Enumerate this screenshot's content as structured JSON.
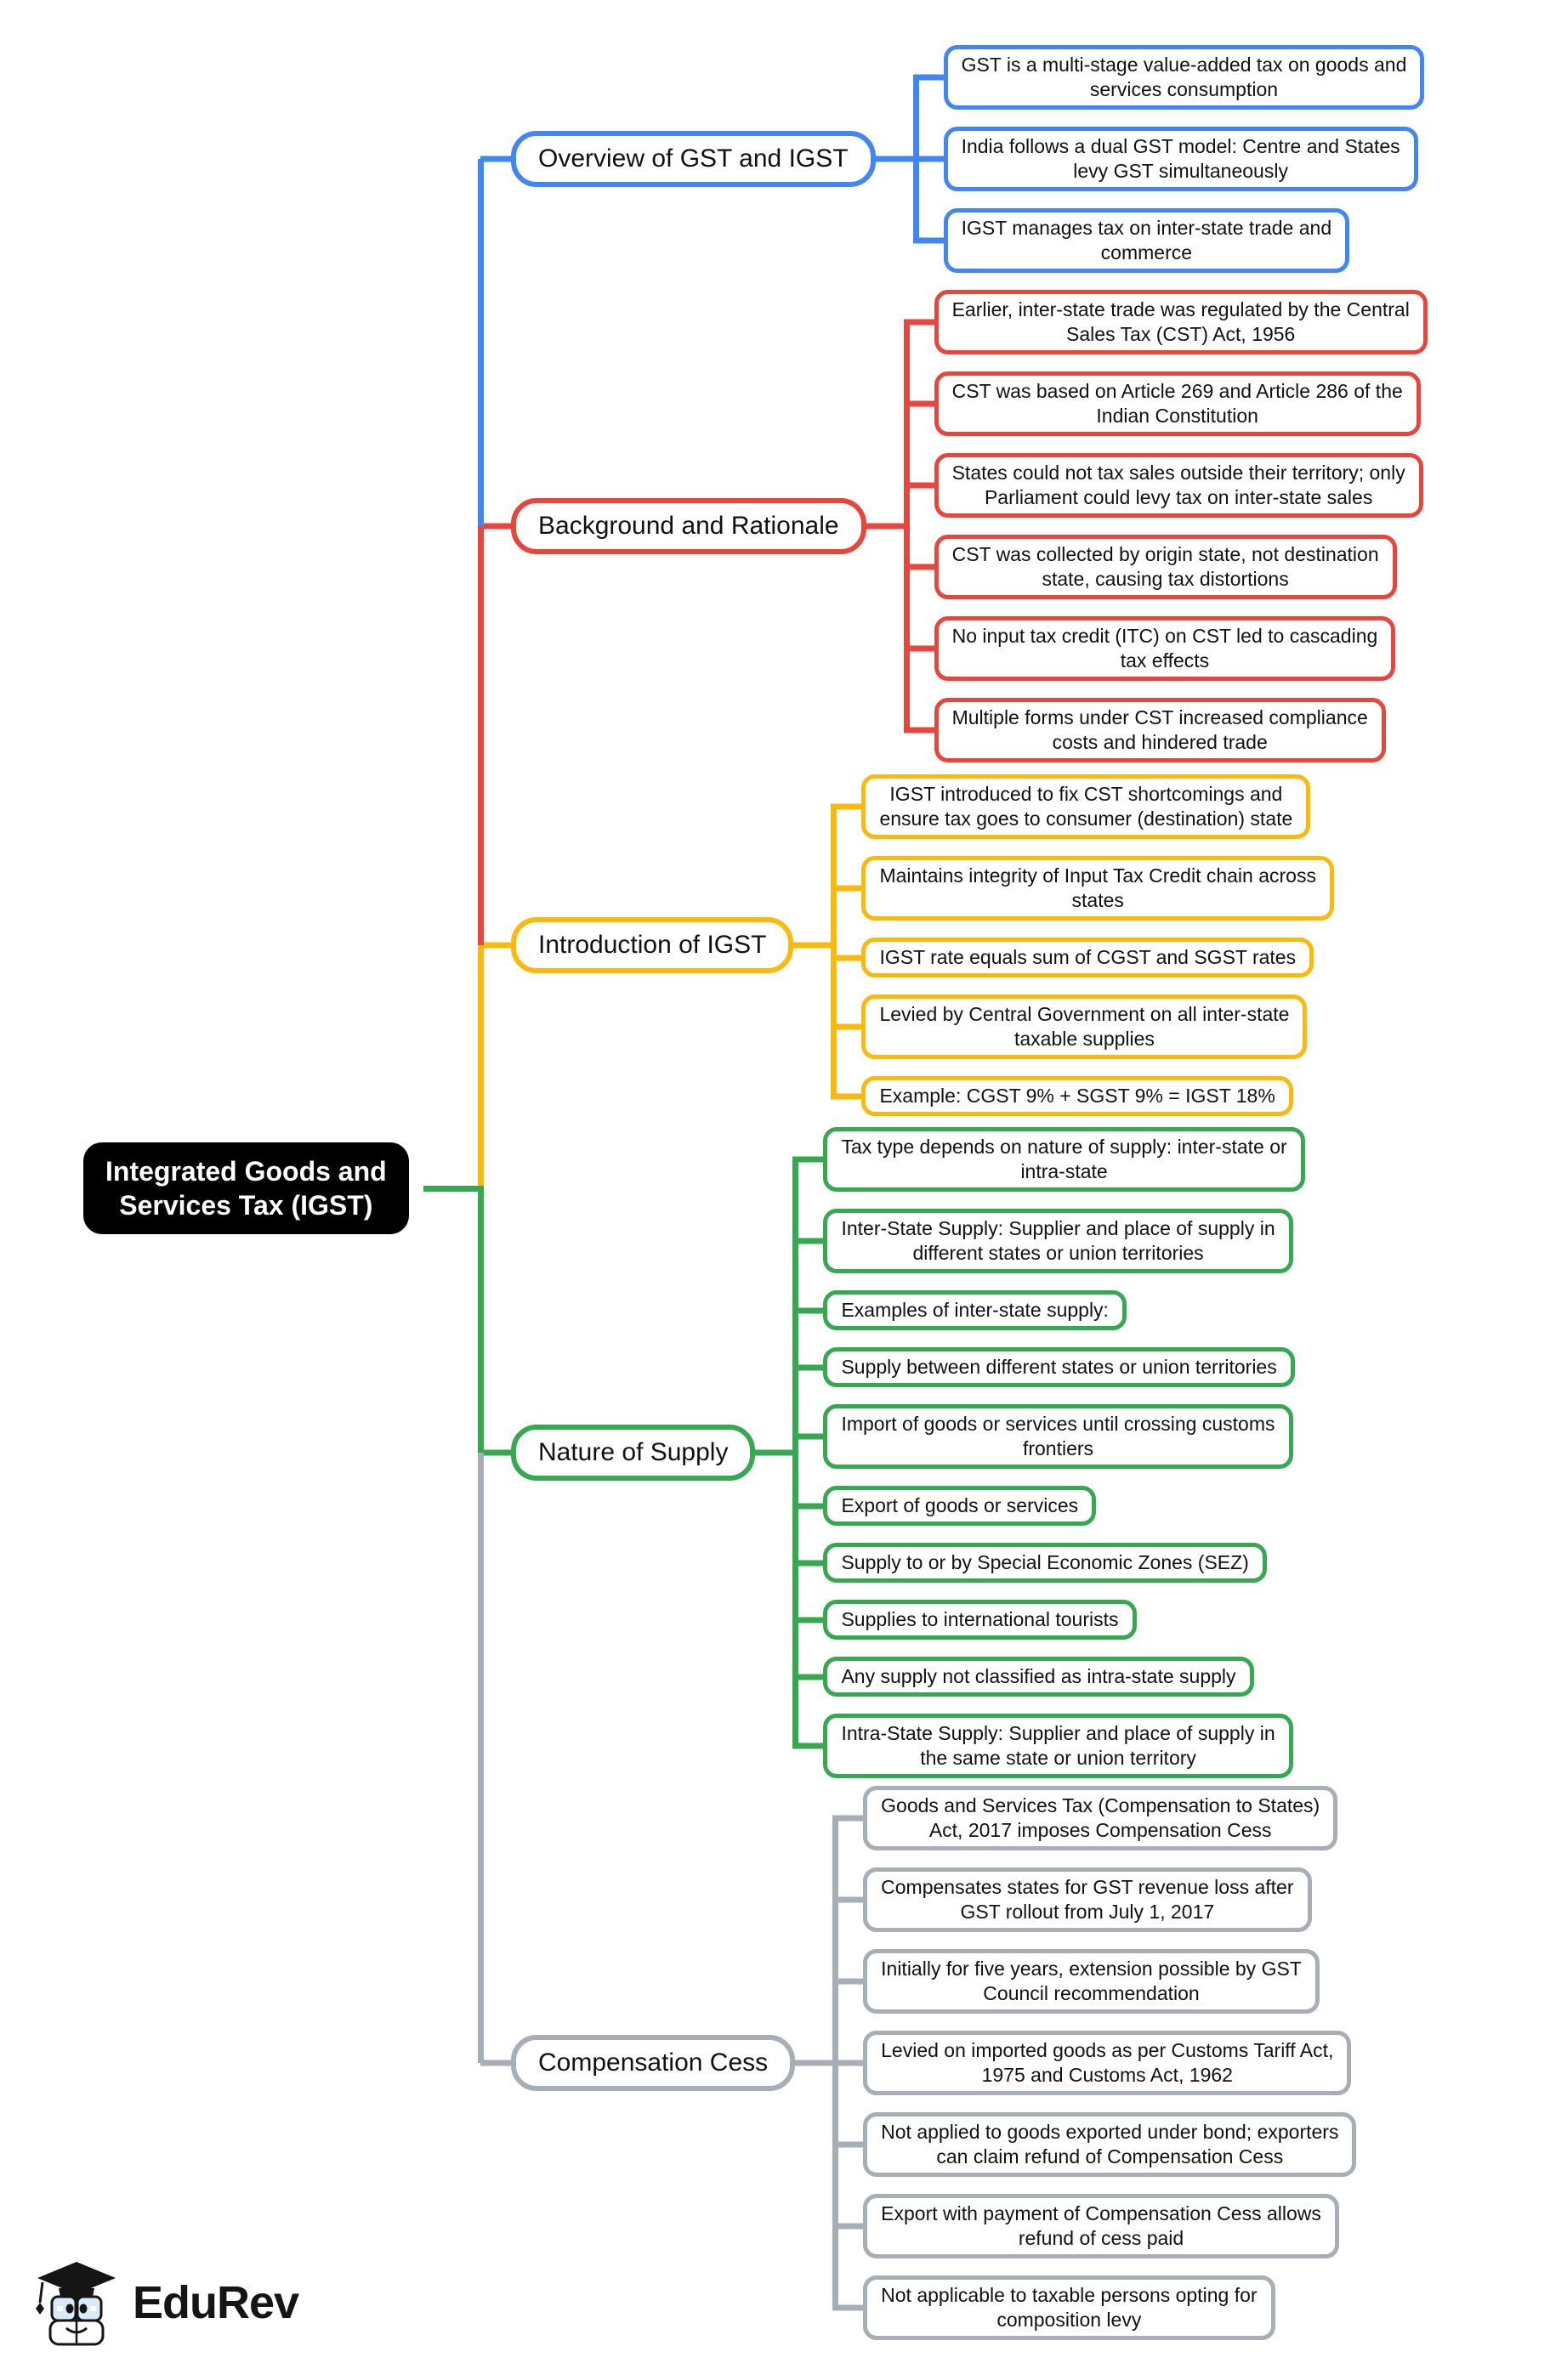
{
  "title": "IGST mind map",
  "central": {
    "text": "Integrated Goods and\nServices Tax (IGST)"
  },
  "colors": {
    "overview": "#4285F4",
    "background": "#E8453C",
    "introduction": "#FBB80D",
    "nature": "#36A852",
    "compensation": "#A7AEB5",
    "central_bg": "#000000"
  },
  "branches": [
    {
      "label": "Overview of GST and IGST",
      "color": "#4285F4",
      "children": [
        "GST is a multi-stage value-added tax on goods and\nservices consumption",
        "India follows a dual GST model: Centre and States\nlevy GST simultaneously",
        "IGST manages tax on inter-state trade and\ncommerce"
      ]
    },
    {
      "label": "Background and Rationale",
      "color": "#E8453C",
      "children": [
        "Earlier, inter-state trade was regulated by the Central\nSales Tax (CST) Act, 1956",
        "CST was based on Article 269 and Article 286 of the\nIndian Constitution",
        "States could not tax sales outside their territory; only\nParliament could levy tax on inter-state sales",
        "CST was collected by origin state, not destination\nstate, causing tax distortions",
        "No input tax credit (ITC) on CST led to cascading\ntax effects",
        "Multiple forms under CST increased compliance\ncosts and hindered trade"
      ]
    },
    {
      "label": "Introduction of IGST",
      "color": "#FBB80D",
      "children": [
        "IGST introduced to fix CST shortcomings and\nensure tax goes to consumer (destination) state",
        "Maintains integrity of Input Tax Credit chain across\nstates",
        "IGST rate equals sum of CGST and SGST rates",
        "Levied by Central Government on all inter-state\ntaxable supplies",
        "Example: CGST 9% + SGST 9% = IGST 18%"
      ]
    },
    {
      "label": "Nature of Supply",
      "color": "#36A852",
      "children": [
        "Tax type depends on nature of supply: inter-state or\nintra-state",
        "Inter-State Supply: Supplier and place of supply in\ndifferent states or union territories",
        "Examples of inter-state supply:",
        "Supply between different states or union territories",
        "Import of goods or services until crossing customs\nfrontiers",
        "Export of goods or services",
        "Supply to or by Special Economic Zones (SEZ)",
        "Supplies to international tourists",
        "Any supply not classified as intra-state supply",
        "Intra-State Supply: Supplier and place of supply in\nthe same state or union territory"
      ]
    },
    {
      "label": "Compensation Cess",
      "color": "#A7AEB5",
      "children": [
        "Goods and Services Tax (Compensation to States)\nAct, 2017 imposes Compensation Cess",
        "Compensates states for GST revenue loss after\nGST rollout from July 1, 2017",
        "Initially for five years, extension possible by GST\nCouncil recommendation",
        "Levied on imported goods as per Customs Tariff Act,\n1975 and Customs Act, 1962",
        "Not applied to goods exported under bond; exporters\ncan claim refund of Compensation Cess",
        "Export with payment of Compensation Cess allows\nrefund of cess paid",
        "Not applicable to taxable persons opting for\ncomposition levy"
      ]
    }
  ],
  "footer": {
    "brand": "EduRev"
  }
}
